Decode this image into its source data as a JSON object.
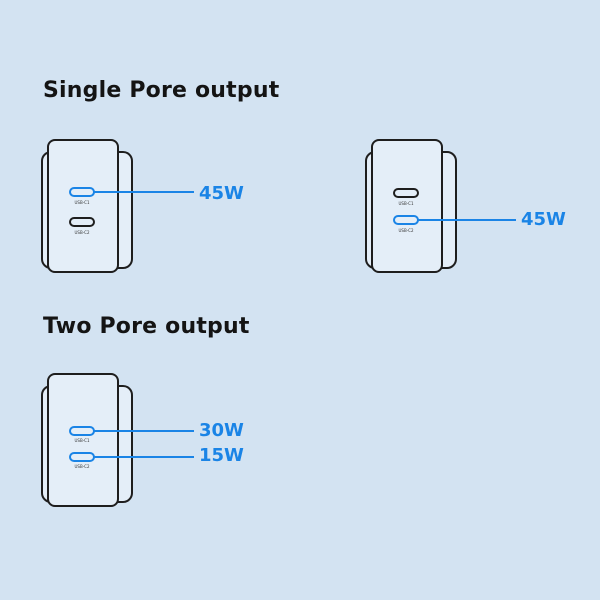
{
  "sections": {
    "single": {
      "title": "Single Pore output",
      "chargers": [
        {
          "ports": [
            {
              "label": "USB-C1",
              "active": true
            },
            {
              "label": "USB-C2",
              "active": false
            }
          ],
          "output": "45W"
        },
        {
          "ports": [
            {
              "label": "USB-C1",
              "active": false
            },
            {
              "label": "USB-C2",
              "active": true
            }
          ],
          "output": "45W"
        }
      ]
    },
    "two": {
      "title": "Two Pore output",
      "chargers": [
        {
          "ports": [
            {
              "label": "USB-C1",
              "active": true,
              "output": "30W"
            },
            {
              "label": "USB-C2",
              "active": true,
              "output": "15W"
            }
          ]
        }
      ]
    }
  },
  "colors": {
    "background": "#d3e3f2",
    "charger_body": "#e4eef8",
    "outline": "#1e1e1e",
    "accent": "#1a84e6"
  }
}
